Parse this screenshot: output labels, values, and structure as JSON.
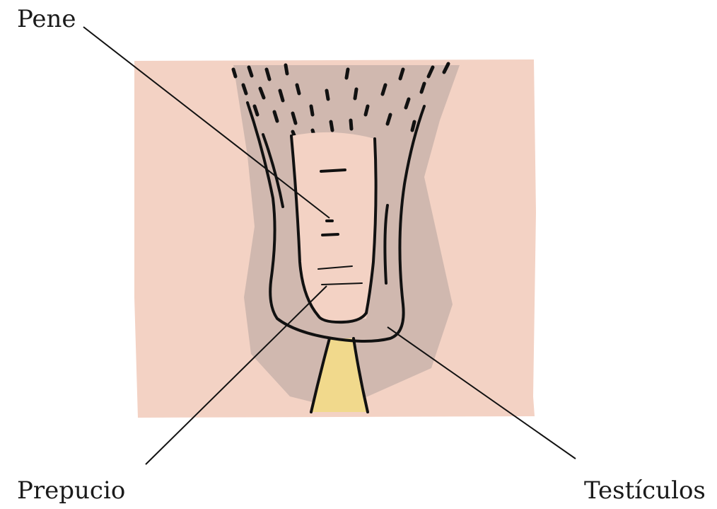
{
  "labels": {
    "pene": "Pene",
    "prepucio": "Prepucio",
    "testiculos": "Testículos"
  },
  "colors": {
    "skin": "#f3d2c4",
    "shadow": "#c9b4ab",
    "outline": "#111111",
    "yellow": "#f1d98c"
  }
}
